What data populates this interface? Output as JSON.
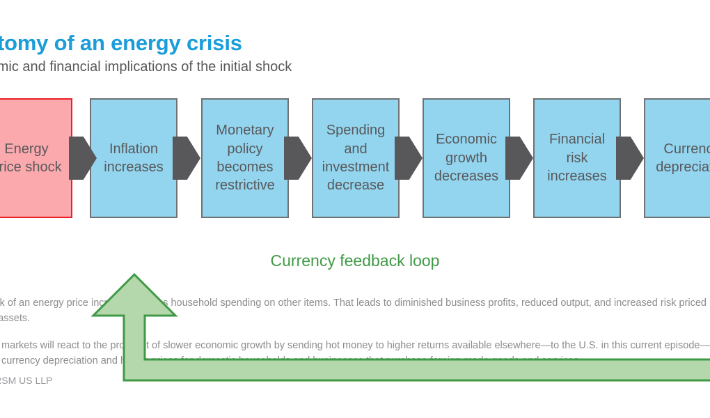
{
  "header": {
    "title": "Anatomy of an energy crisis",
    "subtitle": "Economic and financial implications of the initial shock",
    "title_color": "#1B9DD9",
    "subtitle_color": "#58585B"
  },
  "diagram": {
    "type": "flowchart",
    "orientation": "left-to-right",
    "nodes": [
      {
        "id": "energy-price-shock",
        "label": "Energy\nprice shock",
        "fill": "#FBA9AD",
        "border": "#EE1C25",
        "kind": "shock"
      },
      {
        "id": "inflation-increases",
        "label": "Inflation\nincreases",
        "fill": "#93D5EF",
        "border": "#6E7274",
        "kind": "step"
      },
      {
        "id": "monetary-policy-becomes-restrictive",
        "label": "Monetary\npolicy\nbecomes\nrestrictive",
        "fill": "#93D5EF",
        "border": "#6E7274",
        "kind": "step"
      },
      {
        "id": "spending-and-investment-decrease",
        "label": "Spending\nand\ninvestment\ndecrease",
        "fill": "#93D5EF",
        "border": "#6E7274",
        "kind": "step"
      },
      {
        "id": "economic-growth-decreases",
        "label": "Economic\ngrowth\ndecreases",
        "fill": "#93D5EF",
        "border": "#6E7274",
        "kind": "step"
      },
      {
        "id": "financial-risk-increases",
        "label": "Financial\nrisk\nincreases",
        "fill": "#93D5EF",
        "border": "#6E7274",
        "kind": "step"
      },
      {
        "id": "currency-depreciates",
        "label": "Currency\ndepreciates",
        "fill": "#93D5EF",
        "border": "#6E7274",
        "kind": "step"
      }
    ],
    "connector_color": "#58585B",
    "feedback_loop": {
      "label": "Currency feedback loop",
      "from": "currency-depreciates",
      "to": "inflation-increases",
      "fill": "#B4D8AC",
      "stroke": "#3F9A46",
      "label_color": "#3F9A46"
    }
  },
  "notes": [
    "The shock of an energy price increase reduces household spending on other items. That leads to diminished business profits, reduced output, and increased risk priced into financial assets.",
    "Financial markets will react to the prospect of slower economic growth by sending hot money to higher returns available elsewhere—to the U.S. in this current episode—leading to further currency depreciation and higher prices for domestic households and businesses that purchase foreign made goods and services."
  ],
  "source": "Source: RSM US LLP"
}
